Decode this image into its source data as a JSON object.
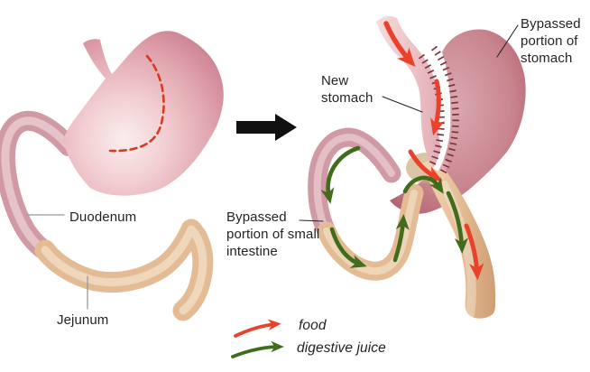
{
  "labels": {
    "duodenum": "Duodenum",
    "jejunum": "Jejunum",
    "new_stomach": "New stomach",
    "bypassed_stomach": "Bypassed portion of stomach",
    "bypassed_small_intestine": "Bypassed portion of small intestine"
  },
  "legend": {
    "food": "food",
    "digestive_juice": "digestive juice"
  },
  "icons": {
    "transform_arrow": "black-right-arrow",
    "food_arrow": "red-curved-arrow",
    "digestive_juice_arrow": "green-curved-arrow",
    "resection_line": "red-dashed-curve",
    "staple_line": "maroon-staple-ticks"
  },
  "colors": {
    "food_arrow": "#e8432a",
    "digestive_juice_arrow": "#406c1c",
    "stomach_pink": "#e2a7b0",
    "bypassed_stomach_pink": "#c9868f",
    "duodenum_pink": "#d09aa5",
    "intestine_tan": "#e3bc95",
    "staple_line": "#7e3340",
    "resection_line": "#d8391f",
    "transform_arrow": "#111111",
    "leader_line": "#999999",
    "text": "#262223",
    "background": "#ffffff"
  }
}
